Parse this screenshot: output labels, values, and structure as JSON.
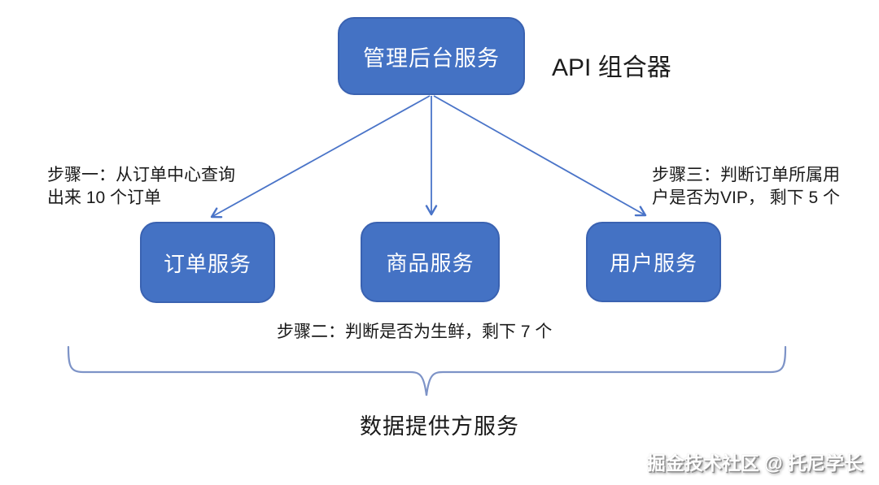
{
  "diagram": {
    "composer_title": "API 组合器",
    "nodes": {
      "admin": {
        "label": "管理后台服务"
      },
      "order": {
        "label": "订单服务"
      },
      "product": {
        "label": "商品服务"
      },
      "user": {
        "label": "用户服务"
      }
    },
    "annotations": {
      "step1": "步骤一：从订单中心查询\n出来 10 个订单",
      "step2": "步骤二：判断是否为生鲜，剩下 7 个",
      "step3": "步骤三：判断订单所属用\n户是否为VIP， 剩下 5 个"
    },
    "group_label": "数据提供方服务",
    "watermark": "掘金技术社区 @ 托尼学长",
    "colors": {
      "node_fill": "#4472c4",
      "node_border": "#3a62b1",
      "node_text": "#ffffff",
      "arrow": "#4a74c8",
      "brace": "#7d93c7",
      "text": "#1a1a1a"
    }
  }
}
